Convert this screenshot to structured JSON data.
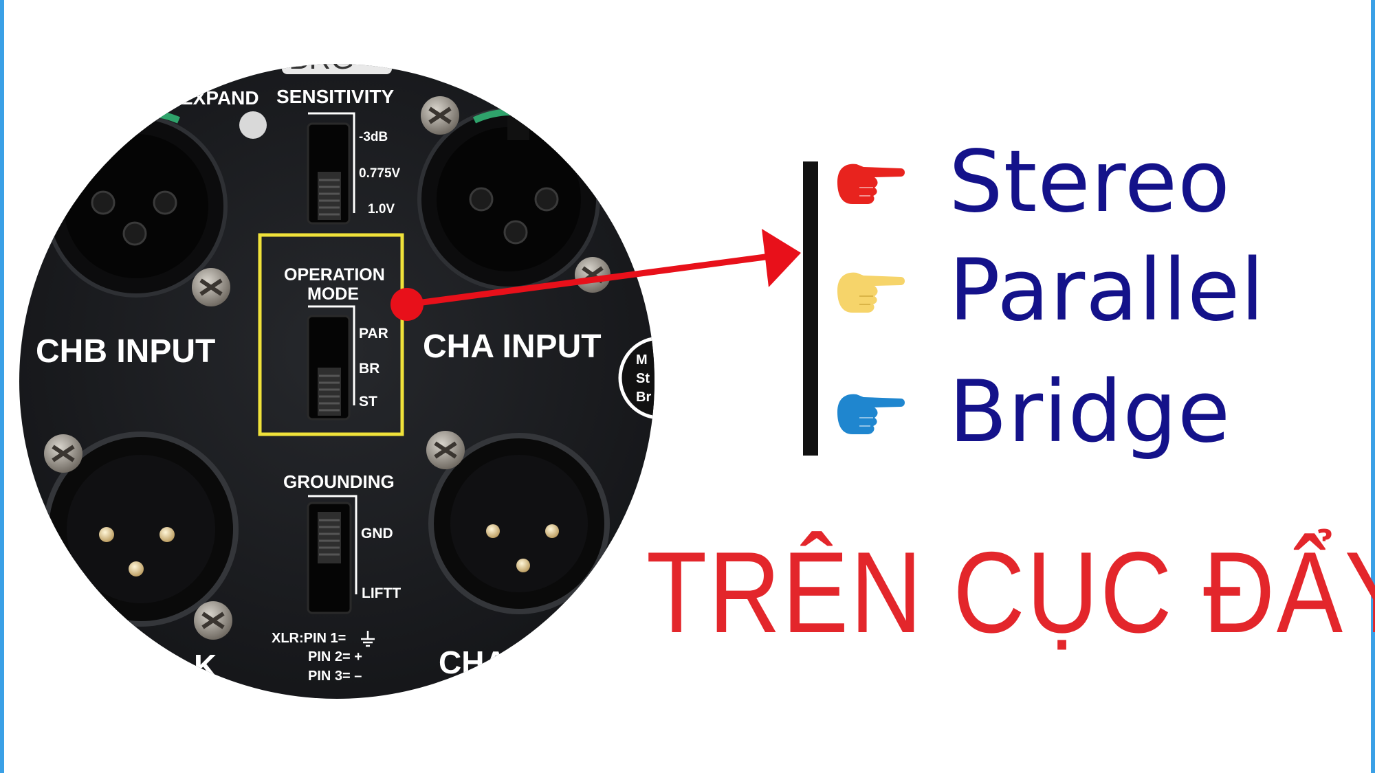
{
  "panel": {
    "model_partial": "BRG",
    "expand_label": "EXPAND",
    "sensitivity": {
      "title": "SENSITIVITY",
      "options": [
        "-3dB",
        "0.775V",
        "1.0V"
      ]
    },
    "operation_mode": {
      "title_line1": "OPERATION",
      "title_line2": "MODE",
      "options": [
        "PAR",
        "BR",
        "ST"
      ]
    },
    "grounding": {
      "title": "GROUNDING",
      "options": [
        "GND",
        "LIFTT"
      ]
    },
    "pin_legend": [
      "XLR:PIN 1=",
      "PIN 2= +",
      "PIN 3= –"
    ],
    "chb_input_label": "CHB INPUT",
    "cha_input_label": "CHA INPUT",
    "bottom_left_partial": "K",
    "bottom_right_partial": "CHA",
    "side_badge_partial": [
      "M",
      "St",
      "Br"
    ]
  },
  "modes": [
    {
      "label": "Stereo",
      "hand_color": "#e8231e"
    },
    {
      "label": "Parallel",
      "hand_color": "#f6d46a"
    },
    {
      "label": "Bridge",
      "hand_color": "#1f86cf"
    }
  ],
  "headline": "TRÊN CỤC ĐẨY",
  "colors": {
    "frame": "#3aa0e6",
    "mode_text": "#14128a",
    "headline": "#e3262b",
    "arrow": "#e8101a",
    "highlight_box": "#f0e23a"
  },
  "icons": [
    "pointing-hand-icon",
    "arrow-icon",
    "screw-icon",
    "xlr-female-icon",
    "xlr-male-icon"
  ]
}
